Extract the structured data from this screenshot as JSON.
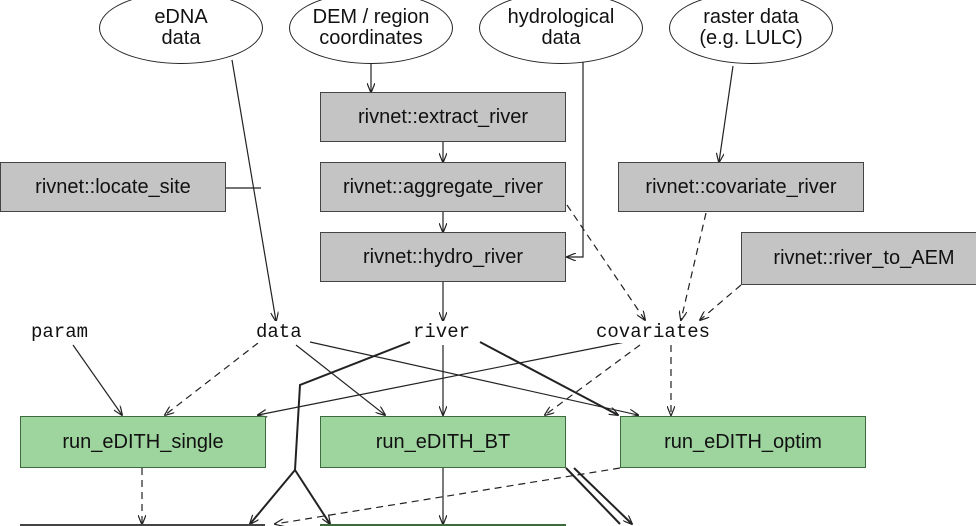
{
  "inputs": {
    "edna": "eDNA\ndata",
    "dem": "DEM / region\ncoordinates",
    "hydro": "hydrological\ndata",
    "raster": "raster data\n(e.g. LULC)"
  },
  "functions": {
    "extract_river": "rivnet::extract_river",
    "aggregate_river": "rivnet::aggregate_river",
    "hydro_river": "rivnet::hydro_river",
    "locate_site": "rivnet::locate_site",
    "covariate_river": "rivnet::covariate_river",
    "river_to_aem": "rivnet::river_to_AEM"
  },
  "variables": {
    "param": "param",
    "data": "data",
    "river": "river",
    "covariates": "covariates"
  },
  "runs": {
    "single": "run_eDITH_single",
    "bt": "run_eDITH_BT",
    "optim": "run_eDITH_optim"
  },
  "colors": {
    "grey_box": "#c4c4c4",
    "green_box": "#9ed49e",
    "line": "#222222"
  }
}
